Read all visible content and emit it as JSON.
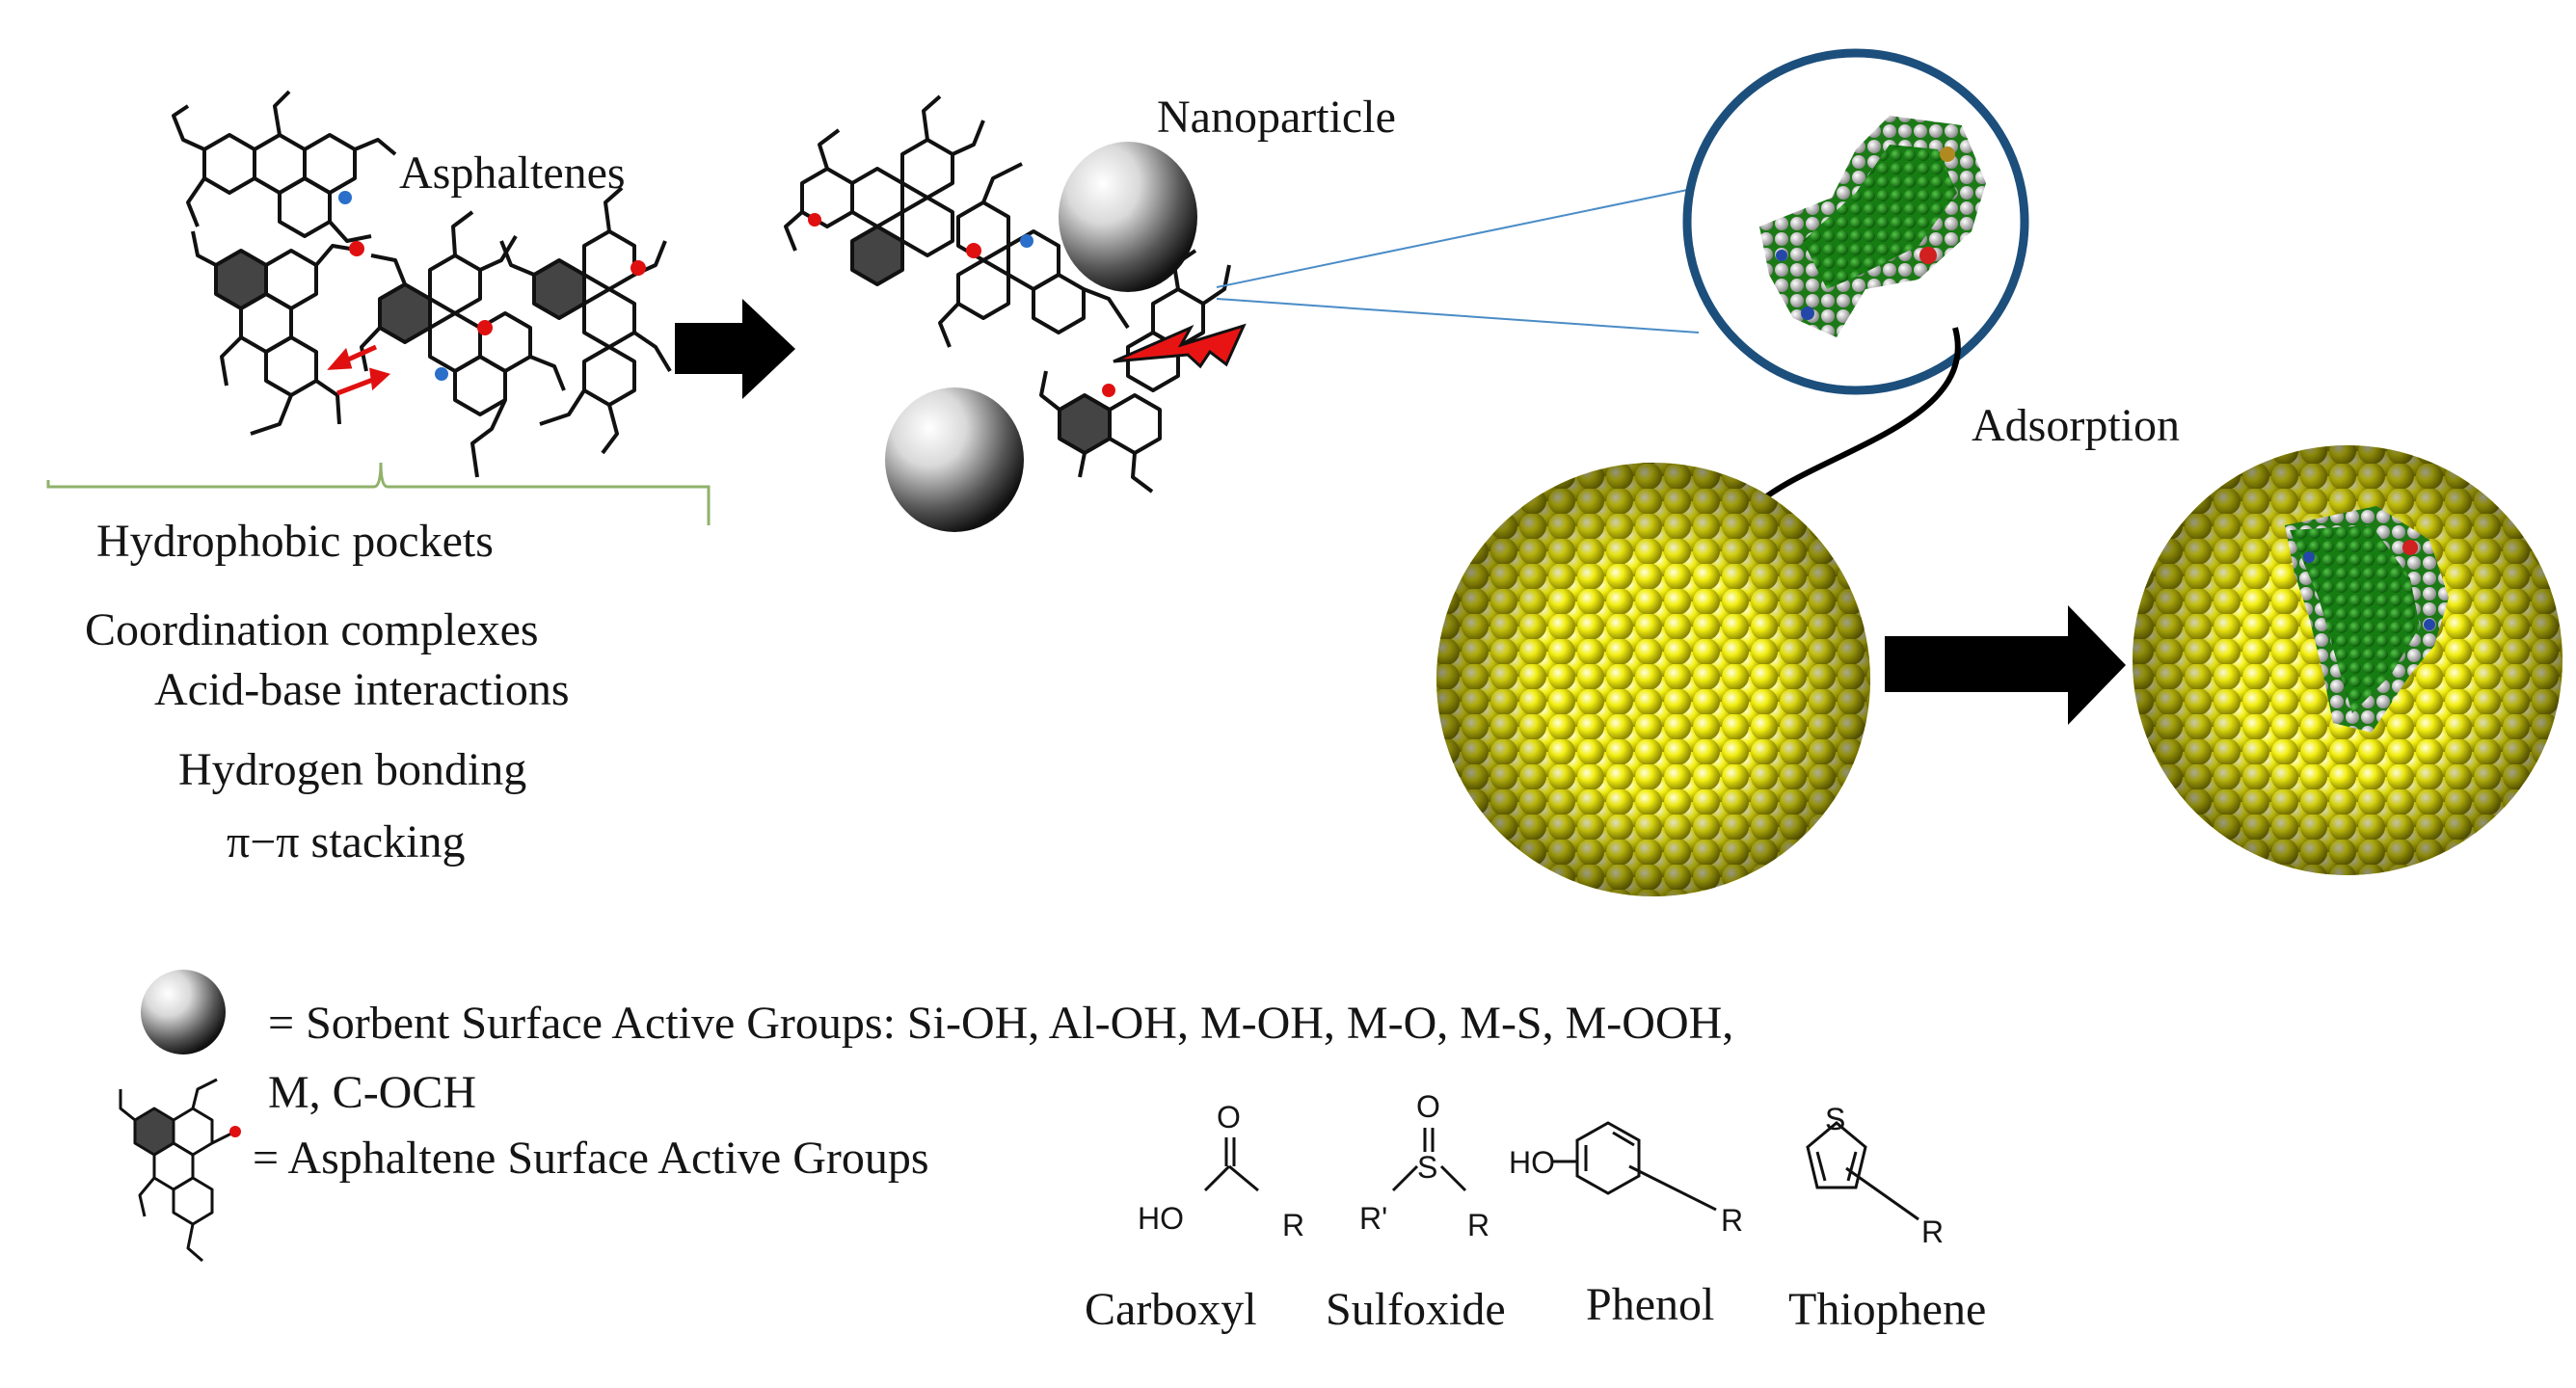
{
  "labels": {
    "asphaltenes": "Asphaltenes",
    "nanoparticle": "Nanoparticle",
    "adsorption": "Adsorption"
  },
  "interactions": [
    "Hydrophobic  pockets",
    "Coordination  complexes",
    "Acid-base  interactions",
    "Hydrogen  bonding",
    "π−π stacking"
  ],
  "legend": {
    "sorbent_line1": "= Sorbent  Surface  Active  Groups:  Si-OH, Al-OH,  M-OH,  M-O, M-S, M-OOH,",
    "sorbent_line2": "M,  C-OCH",
    "asphaltene": "= Asphaltene   Surface  Active   Groups"
  },
  "groups": [
    {
      "name": "Carboxyl",
      "atoms": [
        "HO",
        "O",
        "R"
      ]
    },
    {
      "name": "Sulfoxide",
      "atoms": [
        "O",
        "S",
        "R'",
        "R"
      ]
    },
    {
      "name": "Phenol",
      "atoms": [
        "HO",
        "R"
      ]
    },
    {
      "name": "Thiophene",
      "atoms": [
        "S",
        "R"
      ]
    }
  ],
  "colors": {
    "sphere": "#f2ee12",
    "sphere_dark": "#a39e00",
    "molecule_green": "#1d8a17",
    "circle_blue": "#1c4f7c",
    "bracket_green": "#8fb26a",
    "arrow_black": "#000000",
    "red_atom": "#e01010",
    "blue_atom": "#2a6fc9",
    "lightning_red": "#e81414",
    "pointer_line": "#4a8cc7"
  }
}
